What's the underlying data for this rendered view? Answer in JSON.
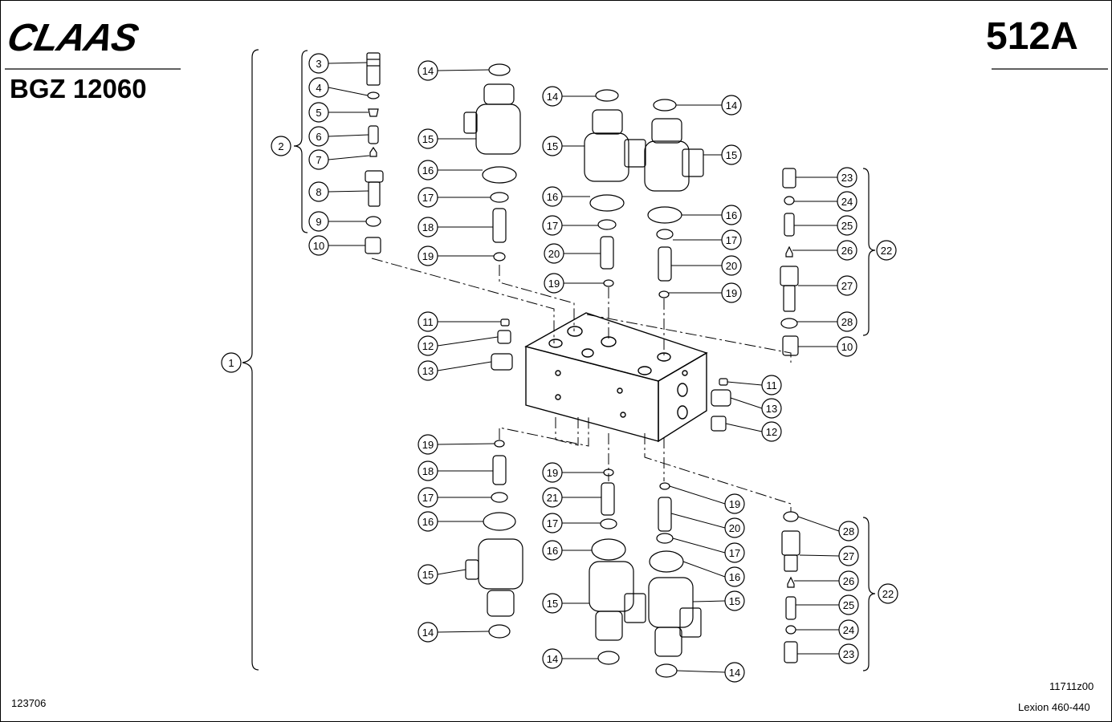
{
  "header": {
    "brand": "CLAAS",
    "document_number": "BGZ 12060",
    "page_code": "512A"
  },
  "footer": {
    "image_id": "123706",
    "drawing_number": "11711z00",
    "model": "Lexion 460-440"
  },
  "callouts": [
    {
      "id": "c1",
      "label": "1"
    },
    {
      "id": "c2",
      "label": "2"
    },
    {
      "id": "c3",
      "label": "3"
    },
    {
      "id": "c4",
      "label": "4"
    },
    {
      "id": "c5",
      "label": "5"
    },
    {
      "id": "c6",
      "label": "6"
    },
    {
      "id": "c7",
      "label": "7"
    },
    {
      "id": "c8",
      "label": "8"
    },
    {
      "id": "c9",
      "label": "9"
    },
    {
      "id": "c10a",
      "label": "10"
    },
    {
      "id": "c14a",
      "label": "14"
    },
    {
      "id": "c15a",
      "label": "15"
    },
    {
      "id": "c16a",
      "label": "16"
    },
    {
      "id": "c17a",
      "label": "17"
    },
    {
      "id": "c18a",
      "label": "18"
    },
    {
      "id": "c19a",
      "label": "19"
    },
    {
      "id": "c14b",
      "label": "14"
    },
    {
      "id": "c15b",
      "label": "15"
    },
    {
      "id": "c16b",
      "label": "16"
    },
    {
      "id": "c17b",
      "label": "17"
    },
    {
      "id": "c20a",
      "label": "20"
    },
    {
      "id": "c19b",
      "label": "19"
    },
    {
      "id": "c14c",
      "label": "14"
    },
    {
      "id": "c15c",
      "label": "15"
    },
    {
      "id": "c16c",
      "label": "16"
    },
    {
      "id": "c17c",
      "label": "17"
    },
    {
      "id": "c20b",
      "label": "20"
    },
    {
      "id": "c19c",
      "label": "19"
    },
    {
      "id": "c23a",
      "label": "23"
    },
    {
      "id": "c24a",
      "label": "24"
    },
    {
      "id": "c25a",
      "label": "25"
    },
    {
      "id": "c26a",
      "label": "26"
    },
    {
      "id": "c22a",
      "label": "22"
    },
    {
      "id": "c27a",
      "label": "27"
    },
    {
      "id": "c28a",
      "label": "28"
    },
    {
      "id": "c10b",
      "label": "10"
    },
    {
      "id": "c11a",
      "label": "11"
    },
    {
      "id": "c12a",
      "label": "12"
    },
    {
      "id": "c13a",
      "label": "13"
    },
    {
      "id": "c11b",
      "label": "11"
    },
    {
      "id": "c13b",
      "label": "13"
    },
    {
      "id": "c12b",
      "label": "12"
    },
    {
      "id": "c19d",
      "label": "19"
    },
    {
      "id": "c18b",
      "label": "18"
    },
    {
      "id": "c17d",
      "label": "17"
    },
    {
      "id": "c16d",
      "label": "16"
    },
    {
      "id": "c15d",
      "label": "15"
    },
    {
      "id": "c14d",
      "label": "14"
    },
    {
      "id": "c19e",
      "label": "19"
    },
    {
      "id": "c21",
      "label": "21"
    },
    {
      "id": "c17e",
      "label": "17"
    },
    {
      "id": "c16e",
      "label": "16"
    },
    {
      "id": "c15e",
      "label": "15"
    },
    {
      "id": "c14e",
      "label": "14"
    },
    {
      "id": "c19f",
      "label": "19"
    },
    {
      "id": "c20c",
      "label": "20"
    },
    {
      "id": "c17f",
      "label": "17"
    },
    {
      "id": "c16f",
      "label": "16"
    },
    {
      "id": "c15f",
      "label": "15"
    },
    {
      "id": "c14f",
      "label": "14"
    },
    {
      "id": "c28b",
      "label": "28"
    },
    {
      "id": "c27b",
      "label": "27"
    },
    {
      "id": "c26b",
      "label": "26"
    },
    {
      "id": "c22b",
      "label": "22"
    },
    {
      "id": "c25b",
      "label": "25"
    },
    {
      "id": "c24b",
      "label": "24"
    },
    {
      "id": "c23b",
      "label": "23"
    }
  ]
}
